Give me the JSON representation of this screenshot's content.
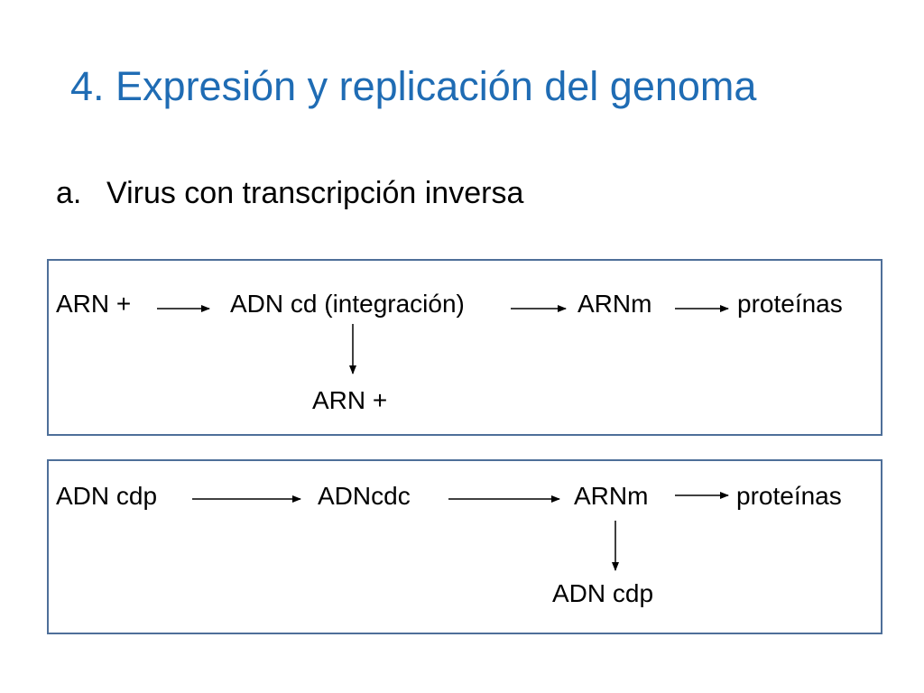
{
  "title": "4. Expresión y replicación del genoma",
  "bullet": {
    "marker": "a.",
    "text": "Virus con transcripción inversa"
  },
  "diagram1": {
    "node1": "ARN +",
    "node2": "ADN cd (integración)",
    "node3": "ARNm",
    "node4": "proteínas",
    "branch": "ARN +"
  },
  "diagram2": {
    "node1": "ADN cdp",
    "node2": "ADNcdc",
    "node3": "ARNm",
    "node4": "proteínas",
    "branch": "ADN cdp"
  },
  "colors": {
    "title": "#1f6cb4",
    "box_border": "#4e6f99",
    "text": "#000000"
  }
}
